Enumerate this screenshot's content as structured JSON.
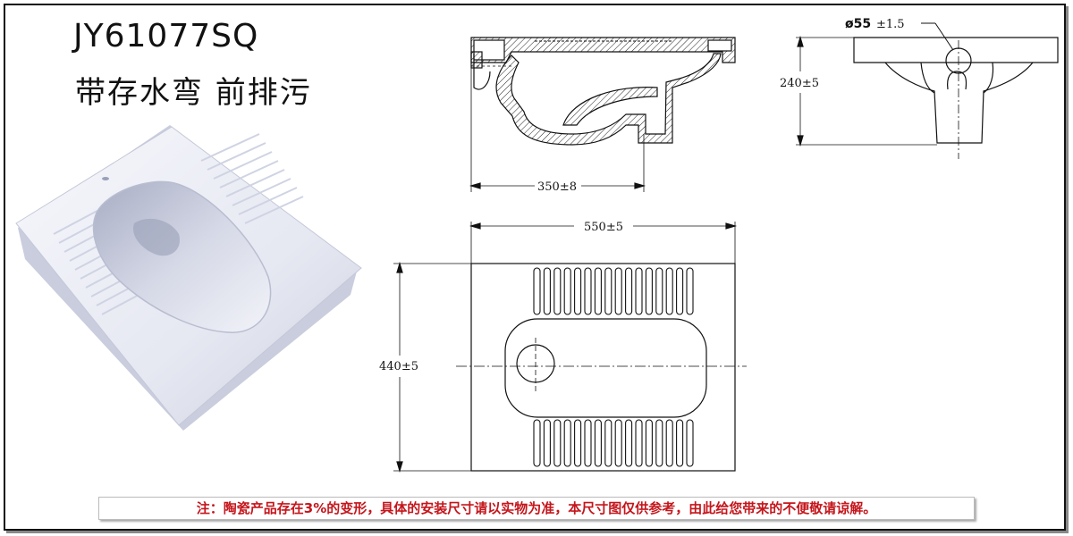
{
  "header": {
    "model": "JY61077SQ",
    "subtitle": "带存水弯 前排污"
  },
  "dimensions": {
    "side_length": "350±8",
    "outlet_diameter_value": "ø55",
    "outlet_diameter_tol": "±1.5",
    "front_height": "240±5",
    "top_width": "550±5",
    "top_length": "440±5"
  },
  "footer": {
    "note": "注：陶瓷产品存在3%的变形，具体的安装尺寸请以实物为准，本尺寸图仅供参考，由此给您带来的不便敬请谅解。"
  }
}
